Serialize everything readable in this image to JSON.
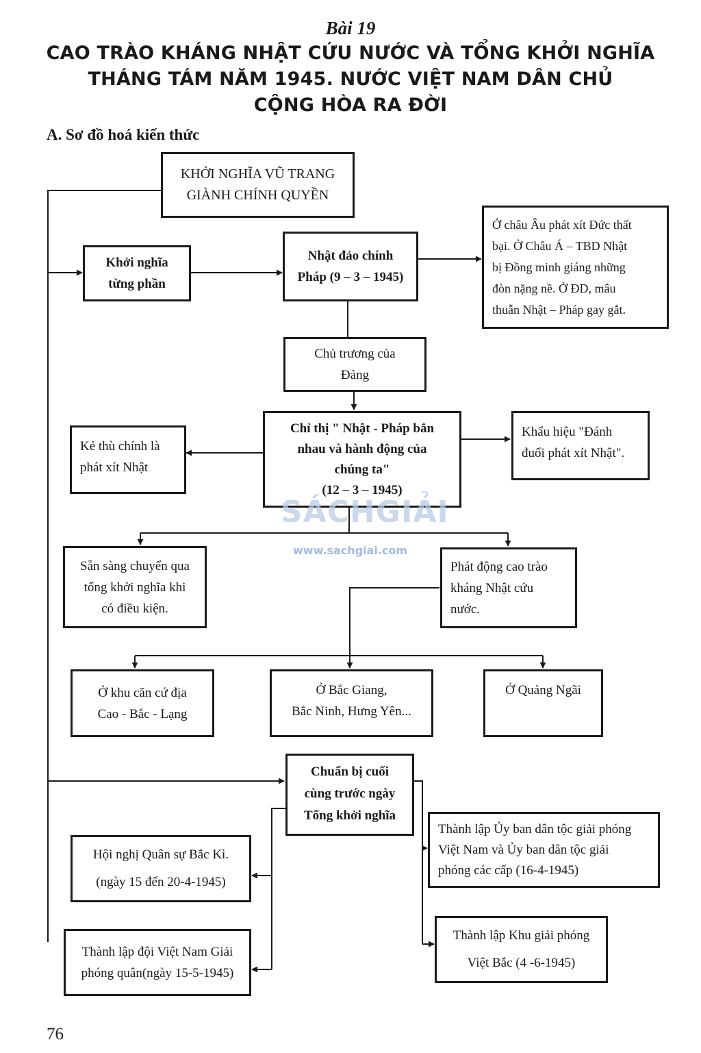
{
  "header": {
    "lesson": "Bài 19",
    "title_lines": [
      "CAO TRÀO KHÁNG NHẬT CỨU NƯỚC VÀ TỔNG KHỞI NGHĨA",
      "THÁNG TÁM NĂM 1945. NƯỚC VIỆT NAM DÂN CHỦ",
      "CỘNG HÒA RA ĐỜI"
    ],
    "section": "A. Sơ đồ hoá kiến thức"
  },
  "nodes": {
    "root": [
      "KHỞI NGHĨA VŨ TRANG",
      "GIÀNH CHÍNH QUYỀN"
    ],
    "partial": [
      "Khởi nghĩa",
      "từng phần"
    ],
    "coup": [
      "Nhật đảo chính",
      "Pháp (9 – 3 – 1945)"
    ],
    "context": [
      "Ở châu Âu phát xít Đức thất",
      "bại. Ở Châu Á – TBD Nhật",
      "bị Đồng minh giáng những",
      "đòn nặng nề. Ở ĐD, mâu",
      "thuẫn Nhật – Pháp gay gắt."
    ],
    "policy": [
      "Chủ trương của",
      "Đảng"
    ],
    "directive": [
      "Chỉ thị \" Nhật - Pháp bắn",
      "nhau và  hành động của",
      "chúng ta\"",
      "(12 – 3 – 1945)"
    ],
    "enemy": [
      "Kẻ thù chính là",
      "phát xít Nhật"
    ],
    "slogan": [
      "Khẩu hiệu \"Đánh",
      "đuổi phát xít Nhật\"."
    ],
    "ready": [
      "Sẵn sàng chuyển qua",
      "tổng khởi nghĩa khi",
      "có điều kiện."
    ],
    "movement": [
      "Phát  động  cao trào",
      "kháng Nhật cứu",
      "nước."
    ],
    "base": [
      "Ở khu căn cứ địa",
      "Cao - Bắc - Lạng"
    ],
    "bacgiang": [
      "Ở Bắc Giang,",
      "Bắc Ninh, Hưng Yên..."
    ],
    "quangngai": [
      "Ở Quảng Ngãi"
    ],
    "prepare": [
      "Chuẩn bị cuối",
      "cùng trước ngày",
      "Tổng khởi nghĩa"
    ],
    "conference": [
      "Hội nghị Quân sự Bắc Kì.",
      "(ngày 15 đến 20-4-1945)"
    ],
    "army": [
      "Thành lập đội Việt Nam Giải",
      "phóng quân(ngày 15-5-1945)"
    ],
    "committee": [
      "Thành lập Ủy ban dân tộc giải phóng",
      "Việt Nam và Ủy ban dân tộc giải",
      "phóng các cấp (16-4-1945)"
    ],
    "zone": [
      "Thành lập Khu giải phóng",
      "Việt Bắc (4 -6-1945)"
    ]
  },
  "watermark": {
    "brand": "SÁCHGIẢI",
    "url": "www.sachgiai.com"
  },
  "page_number": "76"
}
